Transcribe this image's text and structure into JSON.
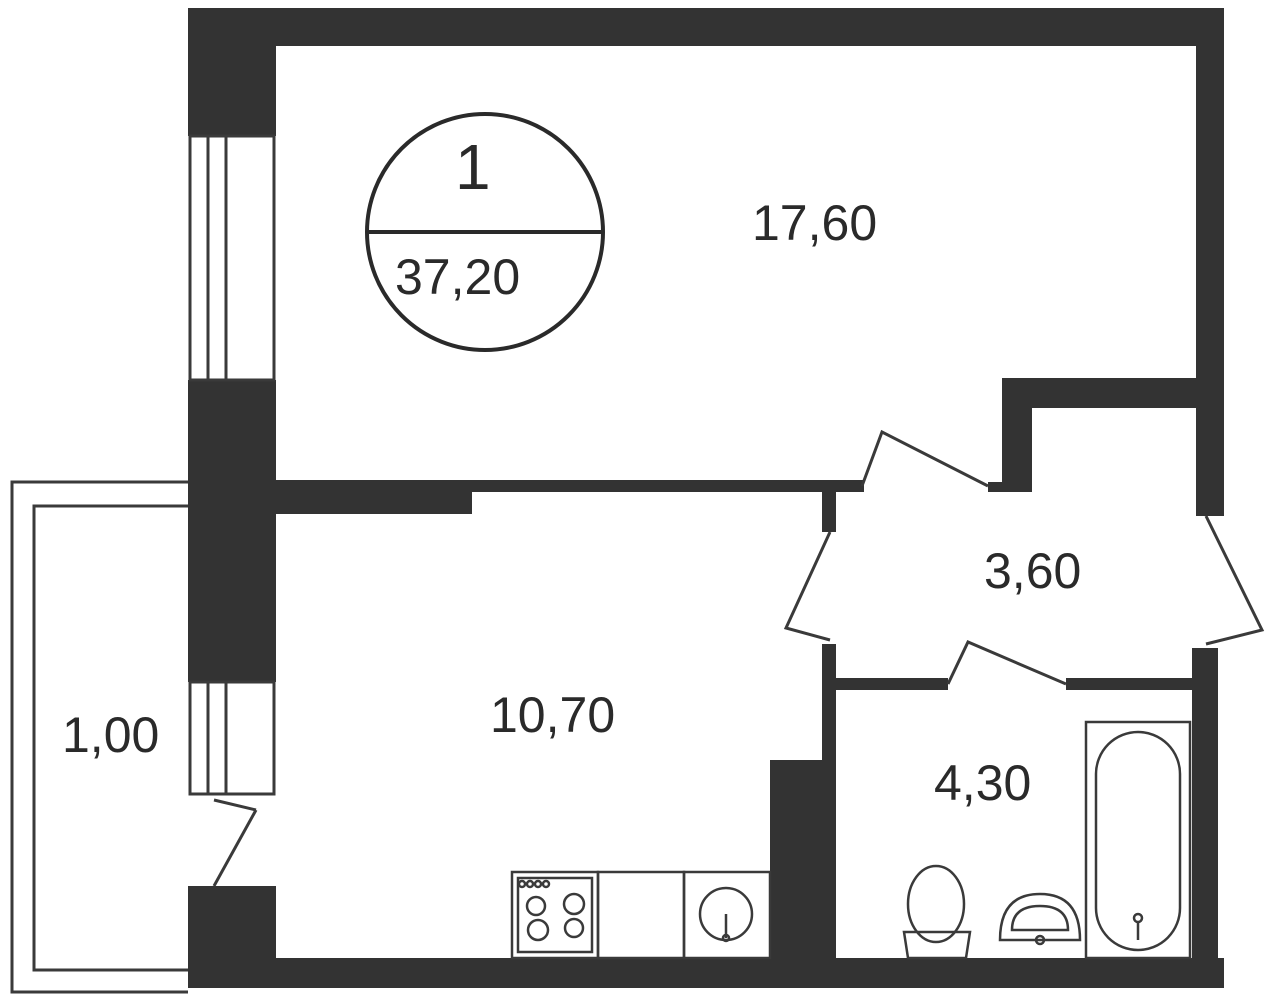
{
  "plan": {
    "badge": {
      "rooms": "1",
      "total_area": "37,20"
    },
    "rooms": [
      {
        "id": "living",
        "area": "17,60"
      },
      {
        "id": "hall",
        "area": "3,60"
      },
      {
        "id": "kitchen",
        "area": "10,70"
      },
      {
        "id": "bathroom",
        "area": "4,30"
      },
      {
        "id": "balcony",
        "area": "1,00"
      }
    ],
    "colors": {
      "wall": "#333333",
      "line": "#3a3a3a",
      "floor": "#ffffff",
      "text": "#2a2a2a"
    }
  }
}
